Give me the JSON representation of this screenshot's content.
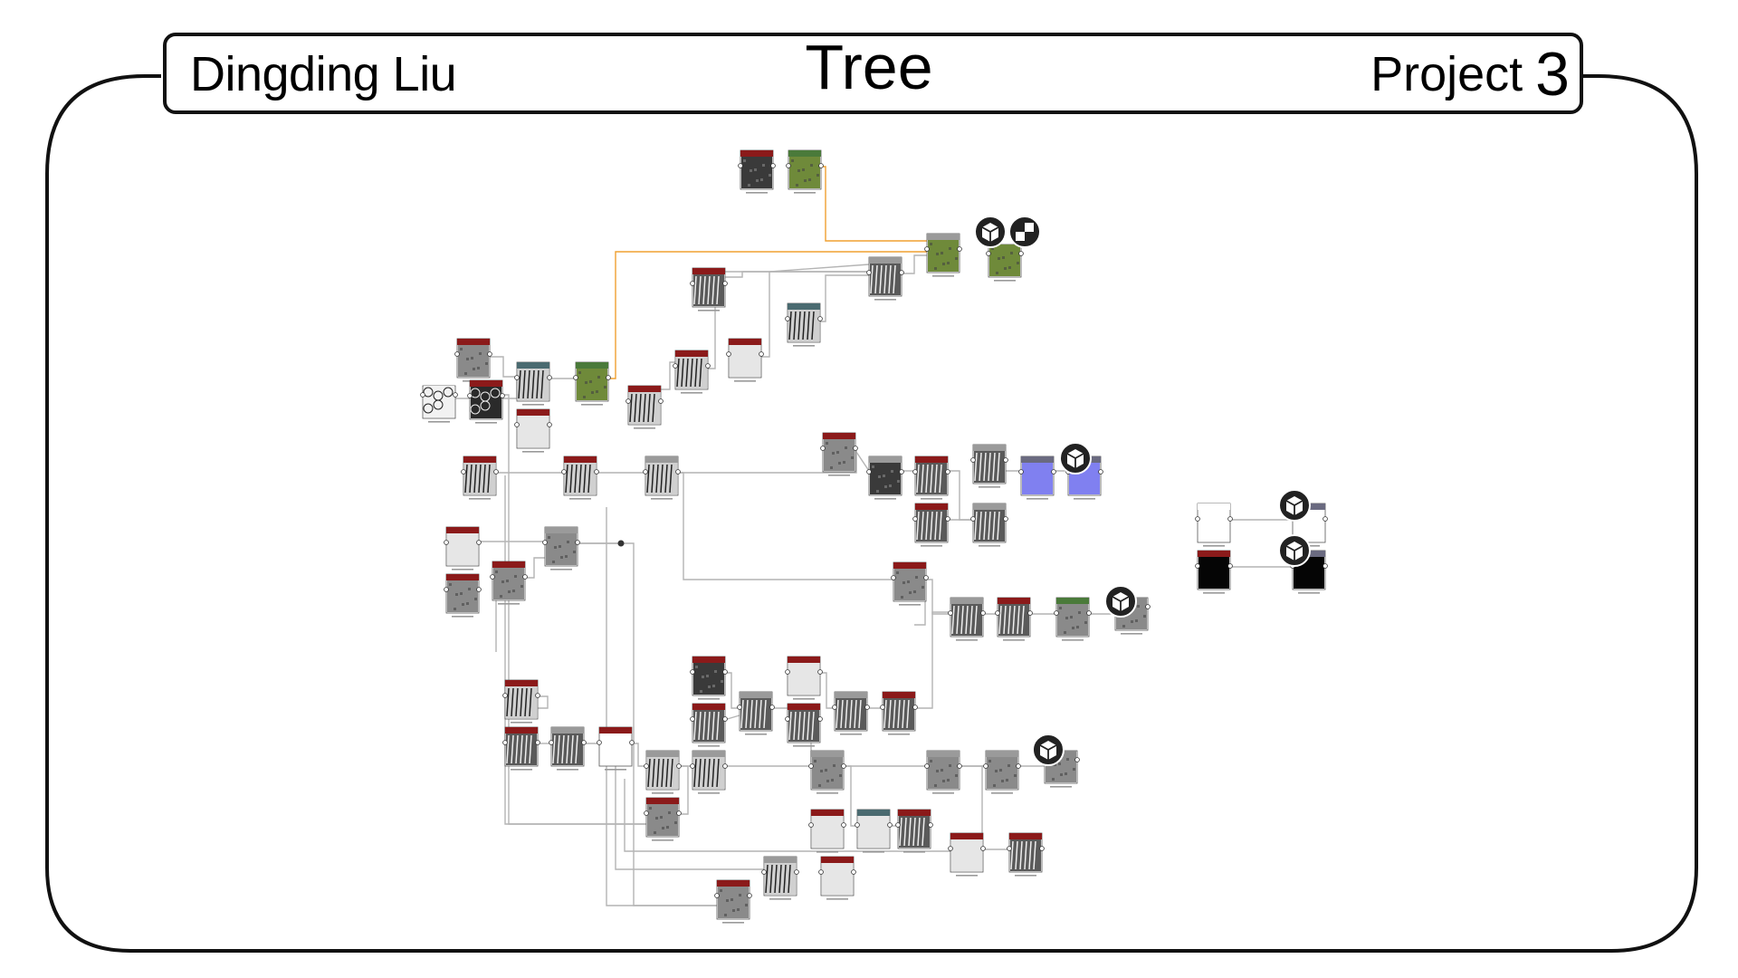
{
  "header": {
    "author": "Dingding Liu",
    "title": "Tree",
    "project_label": "Project",
    "project_number": "3"
  },
  "colors": {
    "frame_stroke": "#111111",
    "node_header_red": "#8b1a1a",
    "node_header_gray": "#9a9a9a",
    "node_header_teal": "#4a6a70",
    "node_header_green": "#4a7a3a",
    "wire_gray": "#b4b4b4",
    "wire_orange": "#f0a030",
    "preview_green": "#6f8a3a",
    "preview_blue": "#8080f0",
    "badge": "#222222"
  },
  "icons": [
    "3d-view-icon",
    "2d-view-icon"
  ]
}
